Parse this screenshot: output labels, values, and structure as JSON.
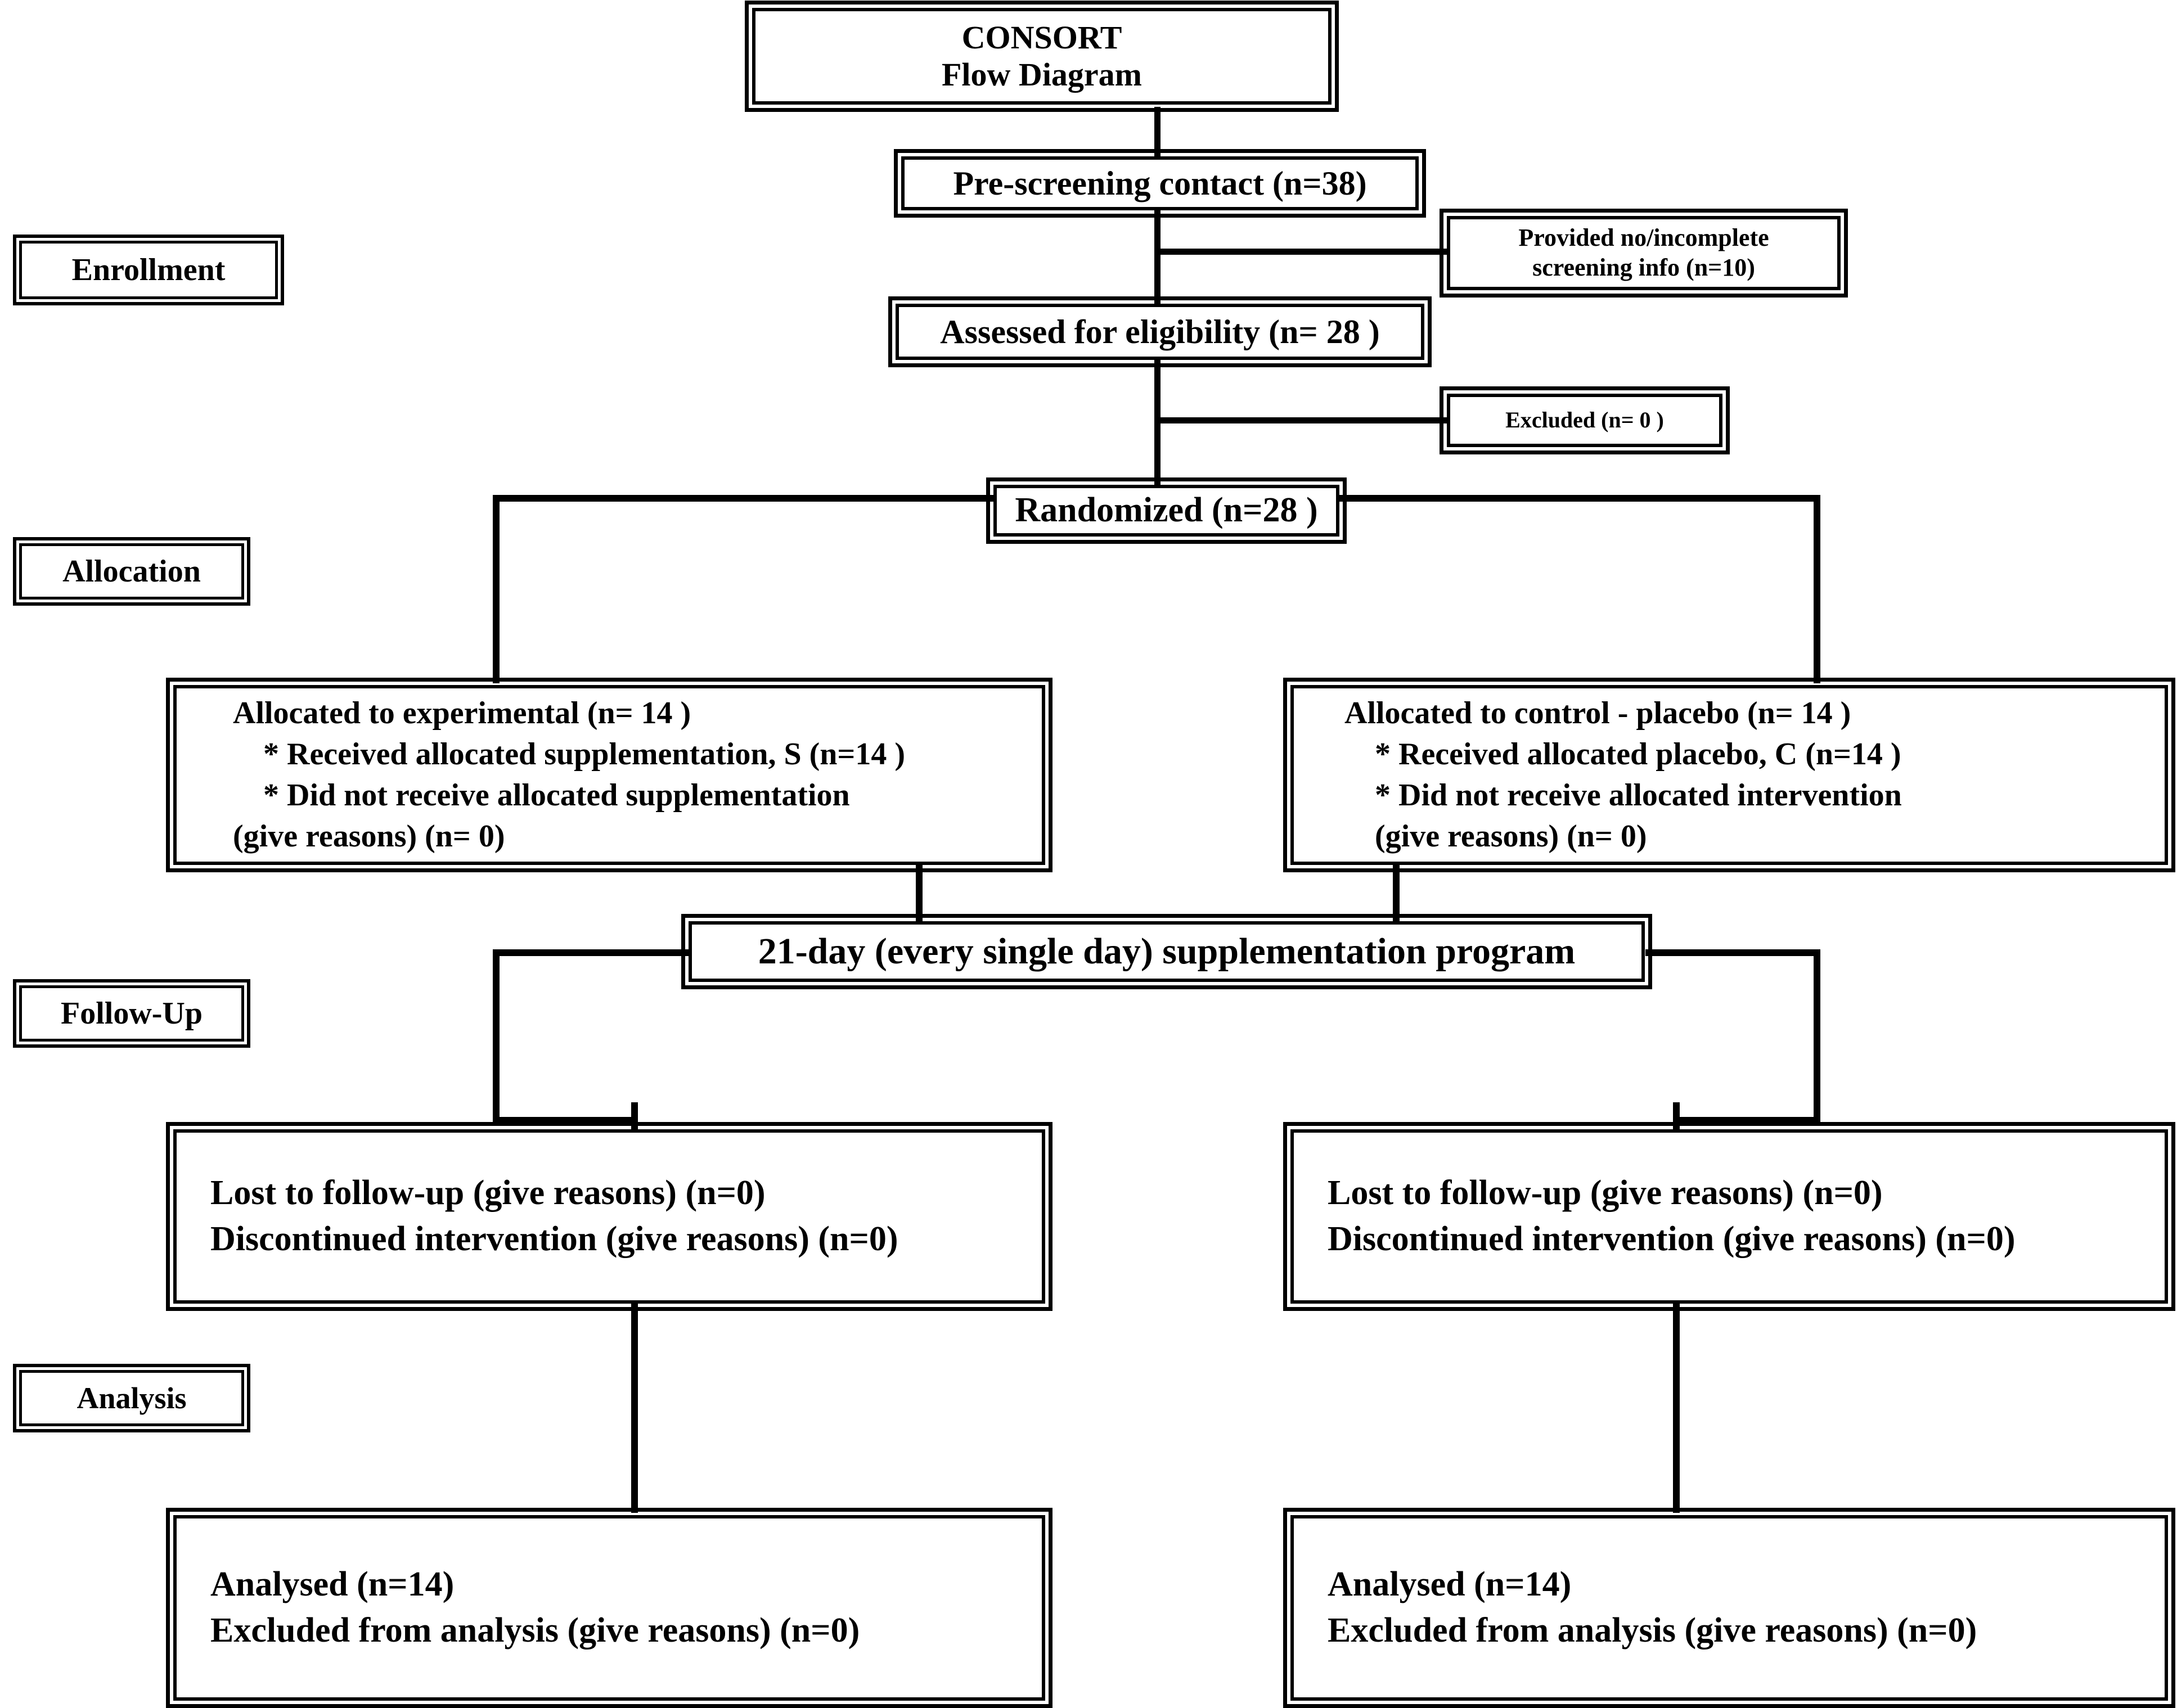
{
  "diagram": {
    "title_line1": "CONSORT",
    "title_line2": "Flow Diagram"
  },
  "phases": [
    {
      "id": "enrollment",
      "label": "Enrollment"
    },
    {
      "id": "allocation",
      "label": "Allocation"
    },
    {
      "id": "follow_up",
      "label": "Follow-Up"
    },
    {
      "id": "analysis",
      "label": "Analysis"
    }
  ],
  "enrollment": {
    "prescreening": "Pre-screening contact (n=38)",
    "excluded_screening_line1": "Provided no/incomplete",
    "excluded_screening_line2": "screening info (n=10)",
    "assessed": "Assessed for eligibility (n= 28 )",
    "excluded": "Excluded (n= 0 )",
    "randomized": "Randomized (n=28 )"
  },
  "allocation": {
    "experimental": {
      "line1": "Allocated to experimental (n= 14 )",
      "line2": "* Received allocated supplementation, S (n=14 )",
      "line3": "* Did not receive allocated supplementation",
      "line4": "(give reasons) (n= 0)"
    },
    "control": {
      "line1": "Allocated to control - placebo  (n= 14 )",
      "line2": "* Received allocated placebo, C (n=14 )",
      "line3": "* Did not receive allocated intervention",
      "line4": "(give reasons) (n= 0)"
    }
  },
  "program": {
    "label": "21-day (every single day) supplementation program"
  },
  "follow_up": {
    "experimental": {
      "line1": "Lost to follow-up (give reasons) (n=0)",
      "line2": "Discontinued intervention (give reasons) (n=0)"
    },
    "control": {
      "line1": "Lost to follow-up (give reasons) (n=0)",
      "line2": "Discontinued intervention (give reasons) (n=0)"
    }
  },
  "analysis": {
    "experimental": {
      "line1": "Analysed (n=14)",
      "line2": "Excluded from analysis (give reasons) (n=0)"
    },
    "control": {
      "line1": "Analysed (n=14)",
      "line2": "Excluded from analysis (give reasons) (n=0)"
    }
  },
  "colors": {
    "line": "#000000",
    "box_fill": "#ffffff",
    "text": "#000000"
  }
}
